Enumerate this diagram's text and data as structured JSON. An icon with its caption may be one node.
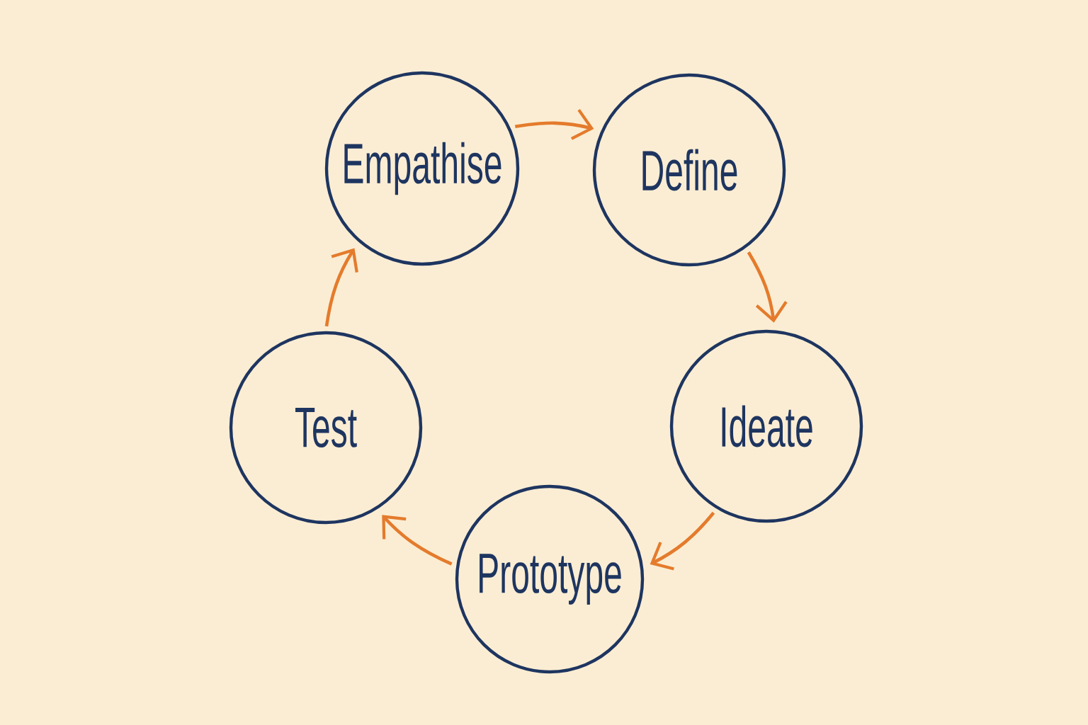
{
  "diagram": {
    "nodes": [
      {
        "text": [
          "Empathise"
        ]
      },
      {
        "text": [
          "Define"
        ]
      },
      {
        "text": [
          "Ideate"
        ]
      },
      {
        "text": [
          "Prototype"
        ]
      },
      {
        "text": [
          "Test"
        ]
      }
    ],
    "edges": [
      {
        "from": 0,
        "to": 1,
        "arrow": "to"
      },
      {
        "from": 1,
        "to": 2,
        "arrow": "to"
      },
      {
        "from": 2,
        "to": 3,
        "arrow": "to"
      },
      {
        "from": 3,
        "to": 4,
        "arrow": "to"
      },
      {
        "from": 4,
        "to": 0,
        "arrow": "to"
      }
    ]
  }
}
